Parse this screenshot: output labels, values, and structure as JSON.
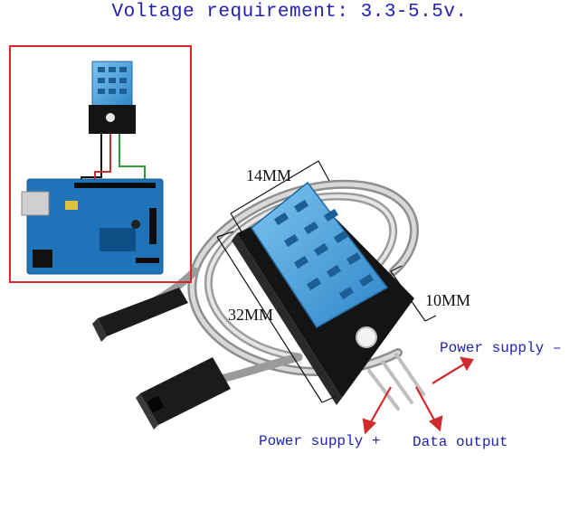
{
  "title": "Voltage requirement: 3.3-5.5v.",
  "dimensions": {
    "width": "14MM",
    "length": "32MM",
    "depth": "10MM"
  },
  "pins": {
    "power_plus": "Power supply +",
    "data_output": "Data output",
    "power_minus": "Power supply –"
  },
  "colors": {
    "title": "#1f1fb4",
    "sensor_blue": "#4aa3e0",
    "board_black": "#141414",
    "arrow_red": "#d22a2a",
    "arduino_blue": "#1f73b8"
  }
}
